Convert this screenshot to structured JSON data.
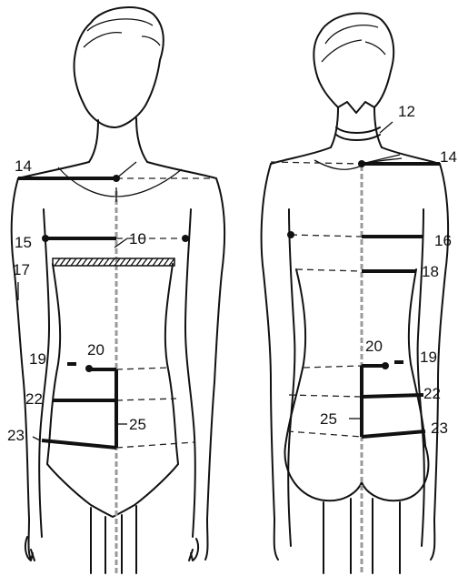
{
  "front": {
    "labels": {
      "l14": "14",
      "l15": "15",
      "l10": "10",
      "l17": "17",
      "l19": "19",
      "l20": "20",
      "l22": "22",
      "l25": "25",
      "l23": "23"
    }
  },
  "back": {
    "labels": {
      "l12": "12",
      "l14": "14",
      "l16": "16",
      "l18": "18",
      "l20": "20",
      "l19": "19",
      "l22": "22",
      "l25": "25",
      "l23": "23"
    }
  },
  "colors": {
    "line": "#111111",
    "center_line": "#9a9a9a",
    "background": "#ffffff"
  }
}
